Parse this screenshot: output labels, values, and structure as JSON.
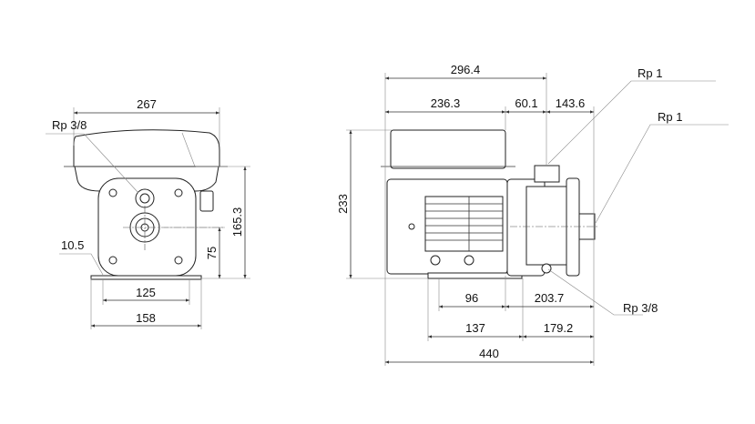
{
  "side_view": {
    "width_top": "267",
    "height_inlet": "165.3",
    "height_center": "75",
    "foot_holes": "125",
    "foot_width": "158",
    "foot_hole_dia": "10.5",
    "drain_label": "Rp 3/8"
  },
  "front_view": {
    "total_to_port": "296.4",
    "motor_length": "236.3",
    "port_offset": "60.1",
    "port_to_end": "143.6",
    "height": "233",
    "base_a": "96",
    "base_b": "203.7",
    "base_c": "137",
    "base_d": "179.2",
    "total_length": "440",
    "outlet_label": "Rp 1",
    "inlet_label": "Rp 1",
    "drain_label": "Rp 3/8"
  }
}
